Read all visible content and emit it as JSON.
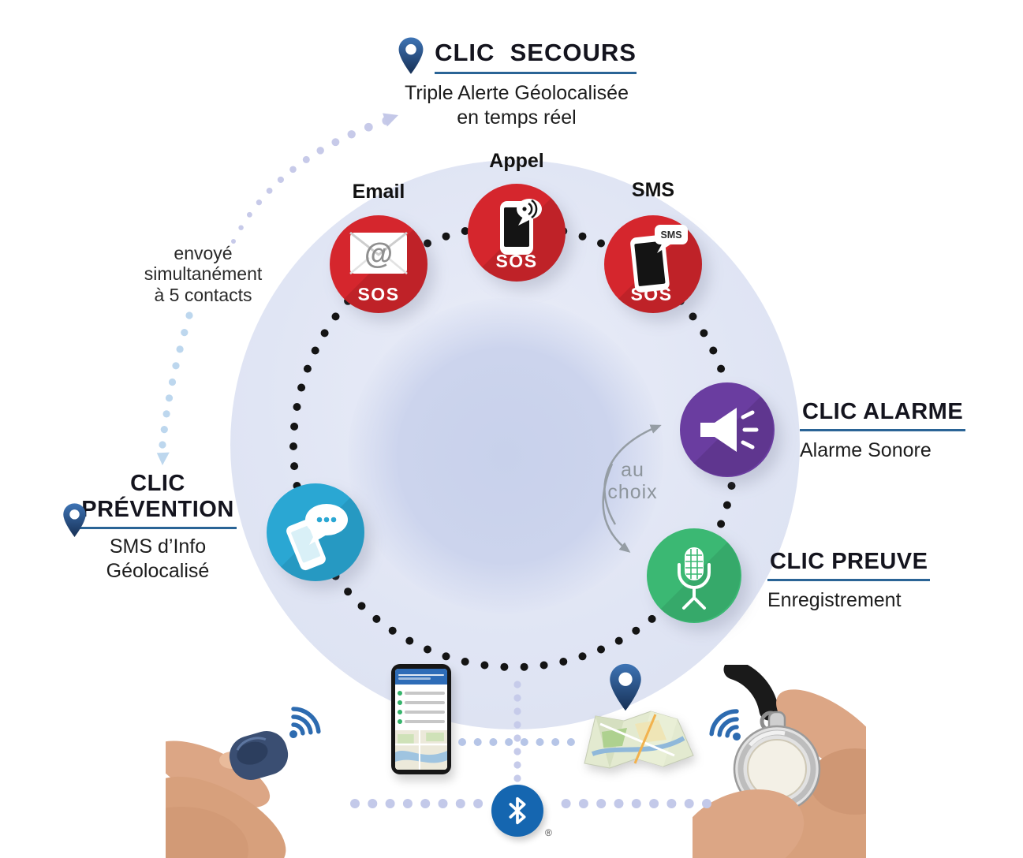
{
  "colors": {
    "alert_red": "#d5262d",
    "prevention_teal": "#2aa7d3",
    "alarm_purple": "#6a3da0",
    "proof_green": "#3bb873",
    "heading_underline": "#2a6496",
    "pin_blue": "#2f5f9b",
    "bluetooth_blue": "#1566b0",
    "ring_dot_black": "#141414",
    "dot_lavender": "#c6cbea",
    "dot_lightblue": "#bdd7ee"
  },
  "secours": {
    "title": "CLIC  SECOURS",
    "subtitle_line1": "Triple Alerte Géolocalisée",
    "subtitle_line2": "en temps réel"
  },
  "channels": {
    "email": {
      "label": "Email",
      "at_glyph": "@",
      "sos": "SOS"
    },
    "appel": {
      "label": "Appel",
      "sos": "SOS"
    },
    "sms": {
      "label": "SMS",
      "badge": "SMS",
      "sos": "SOS"
    }
  },
  "note_left": {
    "line1": "envoyé",
    "line2": "simultanément",
    "line3": "à 5 contacts"
  },
  "prevention": {
    "title_line1": "CLIC",
    "title_line2": "PRÉVENTION",
    "subtitle_line1": "SMS d’Info",
    "subtitle_line2": "Géolocalisé"
  },
  "alarme": {
    "title": "CLIC ALARME",
    "subtitle": "Alarme Sonore"
  },
  "preuve": {
    "title": "CLIC PREUVE",
    "subtitle": "Enregistrement"
  },
  "choice": {
    "line1": "au",
    "line2": "choix"
  },
  "bluetooth": {
    "reg": "®"
  },
  "icons": {
    "secours_pin": "location-pin",
    "prevention_pin": "location-pin",
    "map_pin": "location-pin",
    "email": "envelope-at-sos",
    "appel": "phone-voice-sos",
    "sms": "phone-sms-sos",
    "prevention": "chat-bubble-phone",
    "alarme": "loudspeaker",
    "preuve": "microphone",
    "bluetooth": "bluetooth-logo",
    "wifi": "signal-waves"
  }
}
